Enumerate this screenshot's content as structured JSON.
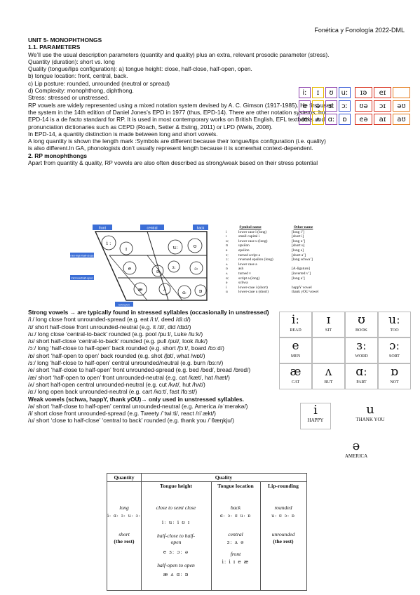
{
  "header": "Fonética y Fonología 2022-DML",
  "title": "UNIT 5- MONOPHTHONGS",
  "section1": "1.1. PARAMETERS",
  "intro_lines": [
    "We’ll use the usual description parameters (quantity and quality) plus an extra, relevant prosodic parameter (stress).",
    "Quantity (duration): short vs. long",
    "Quality (tongue/lips configuration): a) tongue height: close, half-close, half-open, open.",
    "b) tongue location: front, central, back.",
    "c) Lip posture: rounded, unrounded (neutral or spread)",
    "d) Complexity: monophthong, diphthong.",
    "Stress: stressed or unstressed."
  ],
  "body_lines": [
    "RP vowels are widely represented using a mixed notation system devised by A. C. Gimson (1917-1985).  He first used",
    "the system in the 14th edition of Daniel Jones’s EPD in 1977 (thus, EPD-14). There are other notation systems, but",
    "EPD-14 is a de facto standard for RP. It is used in most contemporary works on British English, EFL textbooks and",
    "pronunciation dictionaries such as CEPD (Roach, Setter & Esling, 2011) or LPD (Wells, 2008).",
    "In EPD-14, a quantity distinction is made between long and short vowels.",
    "A long quantity is shown the length mark :Symbols are different because their tongue/lips configuration (i.e. quality)",
    "is also different.In GA, phonologists don’t usually represent length because it is somewhat context-dependent."
  ],
  "section2": "2. RP monophthongs",
  "section2_text": "Apart from quantity & quality, RP vowels are also often described as strong/weak based on their stress potential",
  "symgrid": {
    "monophthongs": [
      "iː",
      "ɪ",
      "ʊ",
      "uː",
      "e",
      "ə",
      "ɜː",
      "ɔː",
      "æ",
      "ʌ",
      "ɑː",
      "ɒ"
    ],
    "diphthongs": [
      "ɪə",
      "eɪ",
      "",
      "ʊə",
      "ɔɪ",
      "əʊ",
      "eə",
      "aɪ",
      "aʊ"
    ],
    "colors": {
      "purple": "#8e44ad",
      "yellow": "#e6b800",
      "red": "#d9301e",
      "blue": "#3b5bd6",
      "orange": "#e67e22"
    }
  },
  "quad_labels": {
    "front": "front",
    "central": "central",
    "back": "back",
    "mid_high": "mid-high/half-close",
    "mid_low": "mid-low/half-open",
    "low": "low/open",
    "sym": [
      "i ː",
      "ɪ",
      "ʊ",
      "uː",
      "e",
      "ə",
      "ɜː",
      "ɔː",
      "æ",
      "ʌ",
      "ɑː",
      "ɒ"
    ]
  },
  "sym_table": {
    "head1": "Symbol name",
    "head2": "Other name",
    "rows": [
      [
        "i",
        "lower case i (long)",
        "[long i’]"
      ],
      [
        "ɪ",
        "small capital i",
        "[short i]"
      ],
      [
        "uː",
        "lower case u (long)",
        "[long u’]"
      ],
      [
        "ʊ",
        "upsilon",
        "[short u]"
      ],
      [
        "e",
        "epsilon",
        "[long e]"
      ],
      [
        "ɜː",
        "turned script a",
        "[short a’]"
      ],
      [
        "ɔː",
        "reversed epsilon (long)",
        "[long schwa’]"
      ],
      [
        "ʌ",
        "lower case a",
        ""
      ],
      [
        "ɒ",
        "ash",
        "[A-ligature]"
      ],
      [
        "ʌ",
        "turned v",
        "[inverted v’]"
      ],
      [
        "ɑː",
        "script a (long)",
        "[long a’]"
      ],
      [
        "ə",
        "schwa",
        ""
      ],
      [
        "i",
        "lower-case i (short)",
        "happY vowel"
      ],
      [
        "u",
        "lower-case u (short)",
        "thank yOU vowel"
      ]
    ]
  },
  "strong_heading": "Strong vowels → are typically found in stressed syllables (occasionally in unstressed)",
  "strong_lines": [
    "/iː/ long close front unrounded-spread (e.g. eat /iːt/, deed /diːd/)",
    "/ɪ/ short half-close front unrounded-neutral (e.g. it /ɪt/, did /dɪd/)",
    "/uː/ long close ‘central-to-back’ rounded (e.g. pool /puːl/, Luke /luːk/)",
    "/ʊ/ short half-close ‘central-to-back’ rounded (e.g. pull /pʊl/, look /lʊk/)",
    "/ɔː/ long ‘half-close to half-open’ back rounded (e.g. short /ʃɔːt/, board /bɔːd/)",
    "/ɒ/ short ‘half-open to open’ back rounded  (e.g. shot /ʃɒt/, what /wɒt/)",
    "/ɜː/ long ‘half-close to half-open’ central unrounded/neutral (e.g. burn /bɜːn/)",
    "/e/ short ‘half-close to half-open’ front unrounded-spread (e.g. bed /bed/, bread /bred/)",
    "/æ/ short ‘half-open to open’ front unrounded-neutral (e.g. cat /kæt/, hat /hæt/)",
    "/ʌ/ short half-open central unrounded-neutral  (e.g. cut /kʌt/, hut /hʌt/)",
    "/ɑː/ long open back unrounded-neutral (e.g. cart /kɑːt/, fast /fɑːst/)"
  ],
  "weak_heading": "Weak vowels (schwa, happY, thank yOU)→ only used in unstressed syllables.",
  "weak_lines": [
    "/ə/ short ‘half-close to half-open’ central unrounded-neutral (e.g. America /əˈmerəkə/)",
    "/i/ short close front unrounded-spread  (e.g. Tweety /ˈtwiːti/, react /riˈækt/)",
    "/u/ short ‘close to half-close’ ‘central to back’ rounded (e.g. thank you /ˈθæŋkju/)"
  ],
  "cards": [
    {
      "s": "iː",
      "w": "READ"
    },
    {
      "s": "ɪ",
      "w": "SIT"
    },
    {
      "s": "ʊ",
      "w": "BOOK"
    },
    {
      "s": "uː",
      "w": "TOO"
    },
    {
      "s": "e",
      "w": "MEN"
    },
    {
      "s": "",
      "w": ""
    },
    {
      "s": "ɜː",
      "w": "WORD"
    },
    {
      "s": "ɔː",
      "w": "SORT"
    },
    {
      "s": "æ",
      "w": "CAT"
    },
    {
      "s": "ʌ",
      "w": "BUT"
    },
    {
      "s": "ɑː",
      "w": "PART"
    },
    {
      "s": "ɒ",
      "w": "NOT"
    }
  ],
  "weak_cards": [
    {
      "s": "i",
      "w": "HAPPY"
    },
    {
      "s": "u",
      "w": "THANK YOU"
    },
    {
      "s": "ə",
      "w": "AMERICA"
    }
  ],
  "qtable": {
    "quantity": "Quantity",
    "quality": "Quality",
    "tongue_height": "Tongue height",
    "tongue_location": "Tongue location",
    "lip_rounding": "Lip-rounding",
    "long": "long",
    "long_ipa": "iː ɑː ɜː uː ɔː",
    "short": "short",
    "the_rest": "(the rest)",
    "close": "close to semi close",
    "close_ipa": "iː uː i ʊ ɪ",
    "half": "half-close to half-open",
    "half_ipa": "e ɜː ɔː ə",
    "open": "half-open to open",
    "open_ipa": "æ ʌ ɑː ɒ",
    "back": "back",
    "back_ipa": "ɑː ɔː ʊ uː ɒ",
    "central": "central",
    "central_ipa": "ɜː ʌ ə",
    "front": "front",
    "front_ipa": "iː i ɪ e æ",
    "rounded": "rounded",
    "rounded_ipa": "uː ʊ ɔː ɒ",
    "unrounded": "unrounded",
    "unrounded_rest": "(the rest)"
  }
}
